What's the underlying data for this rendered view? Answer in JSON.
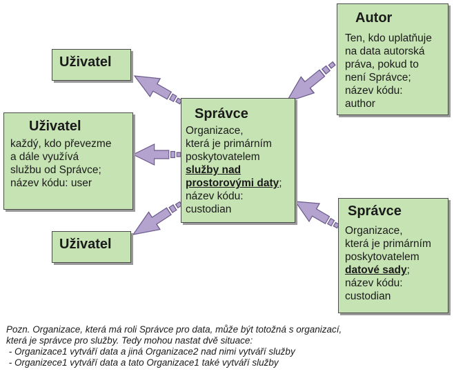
{
  "autor": {
    "title": "Autor",
    "lines": [
      "Ten, kdo uplatňuje",
      "na data autorská",
      "práva, pokud to",
      "není Správce;",
      "název kódu:",
      "author"
    ]
  },
  "uzivatel_top": {
    "title": "Uživatel"
  },
  "uzivatel_middle": {
    "title": "Uživatel",
    "lines": [
      "každý, kdo převezme",
      "a dále využívá",
      "službu od Správce;",
      "název kódu: user"
    ]
  },
  "uzivatel_bottom": {
    "title": "Uživatel"
  },
  "spravce_center": {
    "title": "Správce",
    "line1": "Organizace,",
    "line2": "která je primárním",
    "line3": "poskytovatelem",
    "bold1": "služby nad",
    "bold2": "prostorovými daty",
    "bold2_suffix": ";",
    "line6": "název kódu:",
    "line7": "custodian"
  },
  "spravce_data": {
    "title": "Správce",
    "line1": "Organizace,",
    "line2": "která je primárním",
    "line3": "poskytovatelem",
    "bold1": "datové sady",
    "bold1_suffix": ";",
    "line5": "název kódu:",
    "line6": "custodian"
  },
  "note": {
    "lines": [
      "Pozn. Organizace, která má roli Správce pro data, může být totožná s organizací,",
      "která je správce pro služby. Tedy mohou nastat dvě situace:",
      " - Organizace1 vytváří data a jiná Organizace2 nad nimi vytváří služby",
      " - Organizece1 vytváří data a tato Organizace1 také vytváří služby"
    ]
  },
  "colors": {
    "box_fill": "#c6e3b3",
    "arrow_fill": "#b4a2cf",
    "arrow_stroke": "#6b5a8c"
  }
}
